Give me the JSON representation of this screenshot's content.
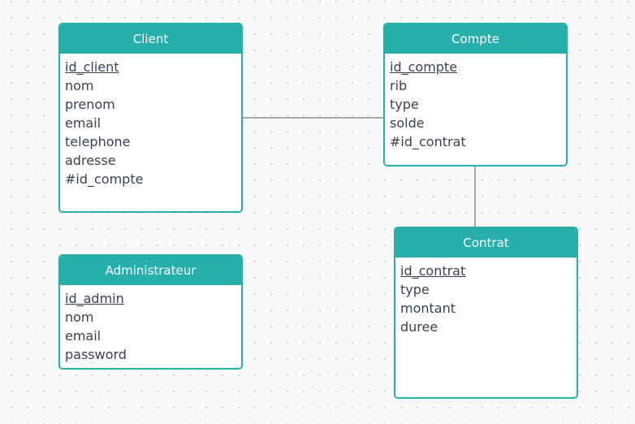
{
  "colors": {
    "accent": "#27b0ab",
    "connector": "#a9a9a9",
    "text": "#3a4152",
    "background": "#f8f9fb"
  },
  "entities": {
    "client": {
      "title": "Client",
      "attributes": [
        "id_client",
        "nom",
        "prenom",
        "email",
        "telephone",
        "adresse",
        "#id_compte"
      ],
      "primary_key": "id_client"
    },
    "compte": {
      "title": "Compte",
      "attributes": [
        "id_compte",
        "rib",
        "type",
        "solde",
        "#id_contrat"
      ],
      "primary_key": "id_compte"
    },
    "administrateur": {
      "title": "Administrateur",
      "attributes": [
        "id_admin",
        "nom",
        "email",
        "password"
      ],
      "primary_key": "id_admin"
    },
    "contrat": {
      "title": "Contrat",
      "attributes": [
        "id_contrat",
        "type",
        "montant",
        "duree"
      ],
      "primary_key": "id_contrat"
    }
  },
  "relationships": [
    {
      "from": "client",
      "to": "compte"
    },
    {
      "from": "compte",
      "to": "contrat"
    }
  ]
}
